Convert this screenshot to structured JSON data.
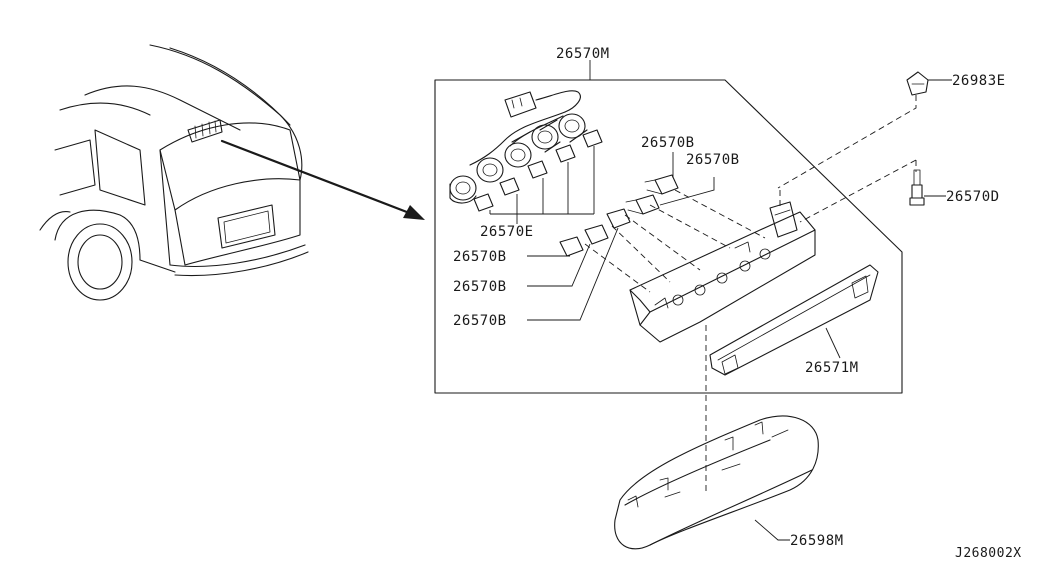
{
  "diagram_id": "J268002X",
  "labels": {
    "housing_assembly": "26570M",
    "clip": "26983E",
    "screw": "26570D",
    "socket_a": "26570B",
    "socket_b": "26570B",
    "socket_c": "26570B",
    "socket_d": "26570B",
    "socket_e": "26570B",
    "bulb": "26570E",
    "lens": "26571M",
    "cover": "26598M"
  }
}
